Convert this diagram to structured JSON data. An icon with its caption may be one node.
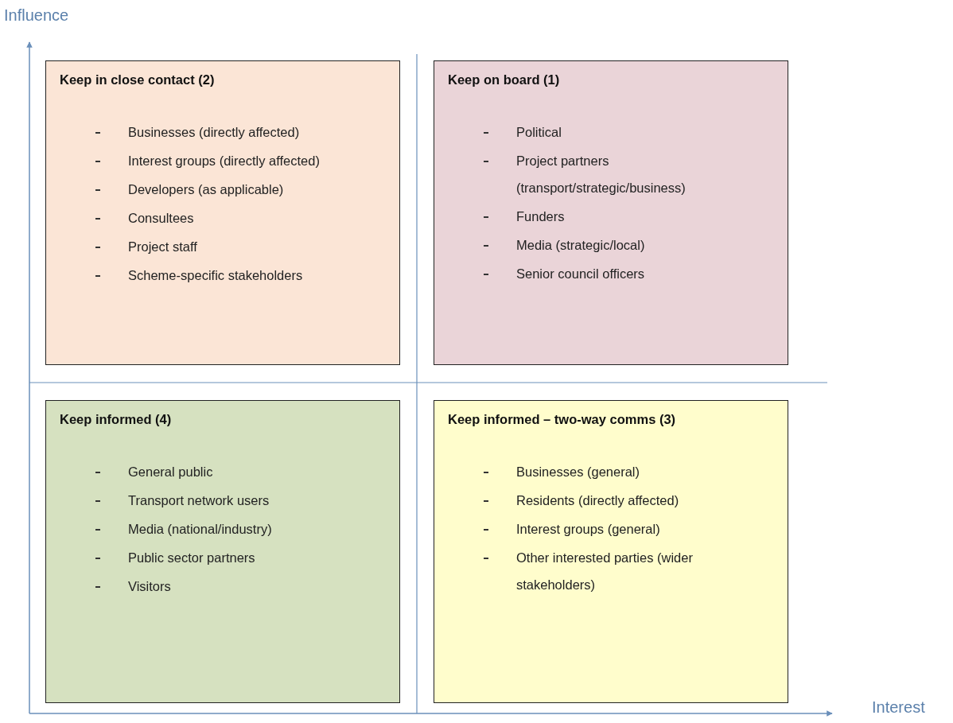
{
  "diagram": {
    "nodes": [
      {
        "text": [
          "Keep in close contact (2)",
          "Businesses (directly affected)",
          "Interest groups (directly affected)",
          "Developers (as applicable)",
          "Consultees",
          "Project staff",
          "Scheme-specific stakeholders"
        ]
      },
      {
        "text": [
          "Keep on board (1)",
          "Political",
          "Project partners (transport/strategic/business)",
          "Funders",
          "Media (strategic/local)",
          "Senior council officers"
        ]
      },
      {
        "text": [
          "Keep informed (4)",
          "General public",
          "Transport network users",
          "Media (national/industry)",
          "Public sector partners",
          "Visitors"
        ]
      },
      {
        "text": [
          "Keep informed – two-way comms (3)",
          "Businesses (general)",
          "Residents (directly affected)",
          "Interest groups (general)",
          "Other interested parties (wider stakeholders)"
        ]
      }
    ],
    "labels": [
      "Influence",
      "Interest"
    ]
  }
}
